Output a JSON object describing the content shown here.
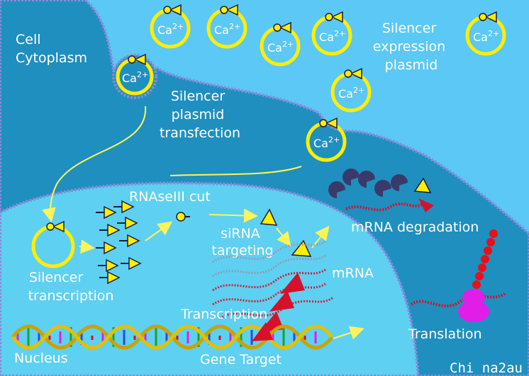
{
  "labels": {
    "cell_cytoplasm": [
      "Cell",
      "Cytoplasm"
    ],
    "silencer_expression_plasmid": [
      "Silencer",
      "expression",
      "plasmid"
    ],
    "silencer_plasmid_transfection": [
      "Silencer",
      "plasmid",
      "transfection"
    ],
    "rnaseiii_cut": "RNAseIII cut",
    "sirna_targeting": [
      "siRNA",
      "targeting"
    ],
    "mrna_degradation": "mRNA degradation",
    "mrna": "mRNA",
    "silencer_transcription": [
      "Silencer",
      "transcription"
    ],
    "transcription": "Transcription",
    "translation": "Translation",
    "nucleus": "Nucleus",
    "gene_target": "Gene Target"
  },
  "calcium_label": "Ca",
  "calcium_charge": "2+",
  "watermark": "Chi na2au",
  "colors": {
    "background": "#5bc8f5",
    "cytoplasm": "#1f8fbf",
    "nucleus": "#5ed0f2",
    "membrane": "#8a8ad8",
    "plasmid": "#ffee00",
    "mrna": "#d8102a",
    "ribosome": "#e01ee8",
    "protein": "#e8101a",
    "exonuclease": "#3a3a6a",
    "arrow": "#fff35a"
  }
}
